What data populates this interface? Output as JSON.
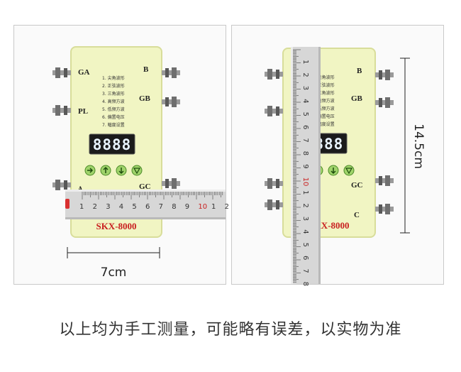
{
  "device": {
    "model": "SKX-8000",
    "display": "8888",
    "labels_left": {
      "ga": "GA",
      "pl": "PL",
      "a": "A"
    },
    "labels_right": {
      "b": "B",
      "gb": "GB",
      "gc": "GC",
      "c": "C"
    },
    "menu": [
      "1. 尖角波形",
      "2. 正弦波形",
      "3. 三角波形",
      "4. 高频方波",
      "5. 低频方波",
      "6. 偏置电压",
      "7. 幅度设置"
    ],
    "buttons": [
      "enter-icon",
      "up-arrow-icon",
      "down-arrow-icon",
      "down-triangle-icon"
    ]
  },
  "ruler": {
    "numbers_h": [
      "1",
      "2",
      "3",
      "4",
      "5",
      "6",
      "7",
      "8",
      "9",
      "10",
      "1",
      "2"
    ],
    "numbers_v": [
      "1",
      "2",
      "3",
      "4",
      "5",
      "6",
      "7",
      "8",
      "9",
      "10",
      "1",
      "2",
      "3",
      "4",
      "5",
      "6",
      "7",
      "8"
    ]
  },
  "measurements": {
    "width": "7cm",
    "height": "14.5cm"
  },
  "caption": "以上均为手工测量，可能略有误差，以实物为准",
  "colors": {
    "device_body": "#f1f5c3",
    "device_border": "#d8dd9a",
    "display_bg": "#1b1b1b",
    "display_digits": "#e9f4ff",
    "button_fill": "#9fd36a",
    "model_text": "#c92020",
    "ruler": "#d7d7d7"
  }
}
